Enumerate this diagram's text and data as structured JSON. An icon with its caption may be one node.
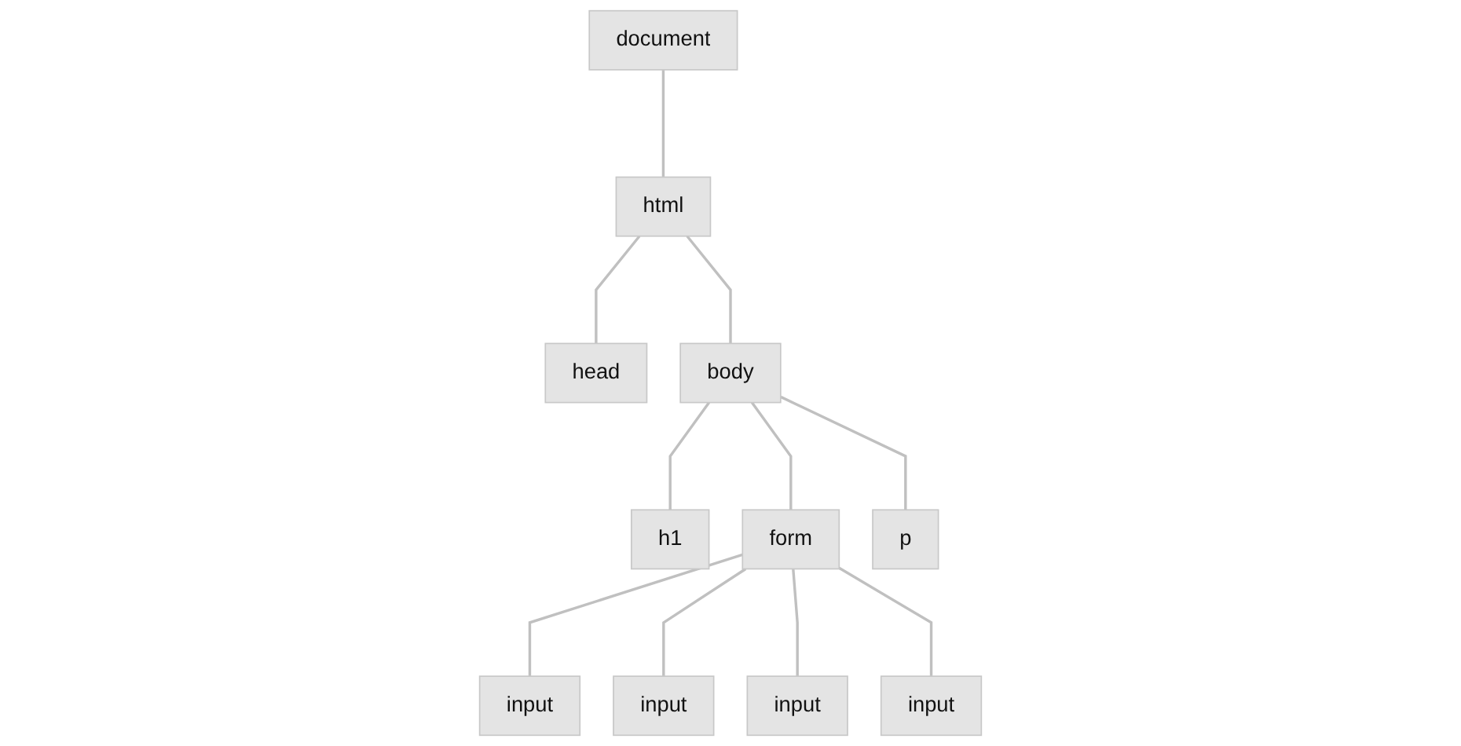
{
  "diagram": {
    "nodes": [
      {
        "text": [
          "document"
        ]
      },
      {
        "text": [
          "html"
        ]
      },
      {
        "text": [
          "head"
        ]
      },
      {
        "text": [
          "body"
        ]
      },
      {
        "text": [
          "h1"
        ]
      },
      {
        "text": [
          "form"
        ]
      },
      {
        "text": [
          "p"
        ]
      },
      {
        "text": [
          "input"
        ]
      },
      {
        "text": [
          "input"
        ]
      },
      {
        "text": [
          "input"
        ]
      },
      {
        "text": [
          "input"
        ]
      }
    ],
    "edges": [
      {
        "from": 0,
        "to": 1,
        "arrow": "none"
      },
      {
        "from": 1,
        "to": 2,
        "arrow": "none"
      },
      {
        "from": 1,
        "to": 3,
        "arrow": "none"
      },
      {
        "from": 3,
        "to": 4,
        "arrow": "none"
      },
      {
        "from": 3,
        "to": 5,
        "arrow": "none"
      },
      {
        "from": 3,
        "to": 6,
        "arrow": "none"
      },
      {
        "from": 5,
        "to": 7,
        "arrow": "none"
      },
      {
        "from": 5,
        "to": 8,
        "arrow": "none"
      },
      {
        "from": 5,
        "to": 9,
        "arrow": "none"
      },
      {
        "from": 5,
        "to": 10,
        "arrow": "none"
      }
    ]
  }
}
